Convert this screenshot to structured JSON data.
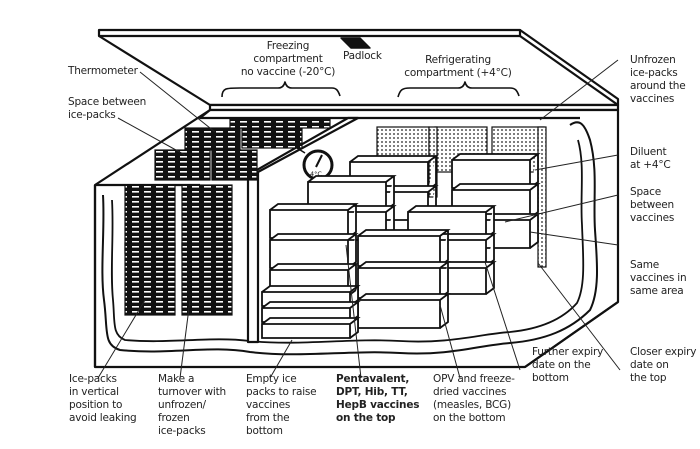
{
  "diagram": {
    "subject": "Vaccine refrigerator with freezing and refrigerating compartments",
    "colors": {
      "ink": "#111111",
      "background": "#ffffff"
    },
    "thermometer_reading": "4°C",
    "labels": {
      "freezing_compartment": "Freezing\ncompartment\nno vaccine (-20°C)",
      "padlock": "Padlock",
      "refrigerating_compartment": "Refrigerating\ncompartment (+4°C)",
      "thermometer": "Thermometer",
      "space_between_icepacks": "Space between\nice-packs",
      "unfrozen_icepacks": "Unfrozen\nice-packs\naround the\nvaccines",
      "diluent": "Diluent\nat +4°C",
      "space_between_vaccines": "Space\nbetween\nvaccines",
      "same_vaccines": "Same\nvaccines in\nsame area",
      "icepacks_vertical": "Ice-packs\nin vertical\nposition to\navoid leaking",
      "turnover": "Make a\nturnover with\nunfrozen/\nfrozen\nice-packs",
      "empty_icepacks": "Empty ice\npacks to raise\nvaccines\nfrom the\nbottom",
      "pentavalent": "Pentavalent,\nDPT, Hib, TT,\nHepB vaccines\non the top",
      "opv": "OPV and freeze-\ndried vaccines\n(measles, BCG)\non the bottom",
      "further_expiry": "Further expiry\ndate on the\nbottom",
      "closer_expiry": "Closer expiry\ndate on\nthe top"
    }
  }
}
